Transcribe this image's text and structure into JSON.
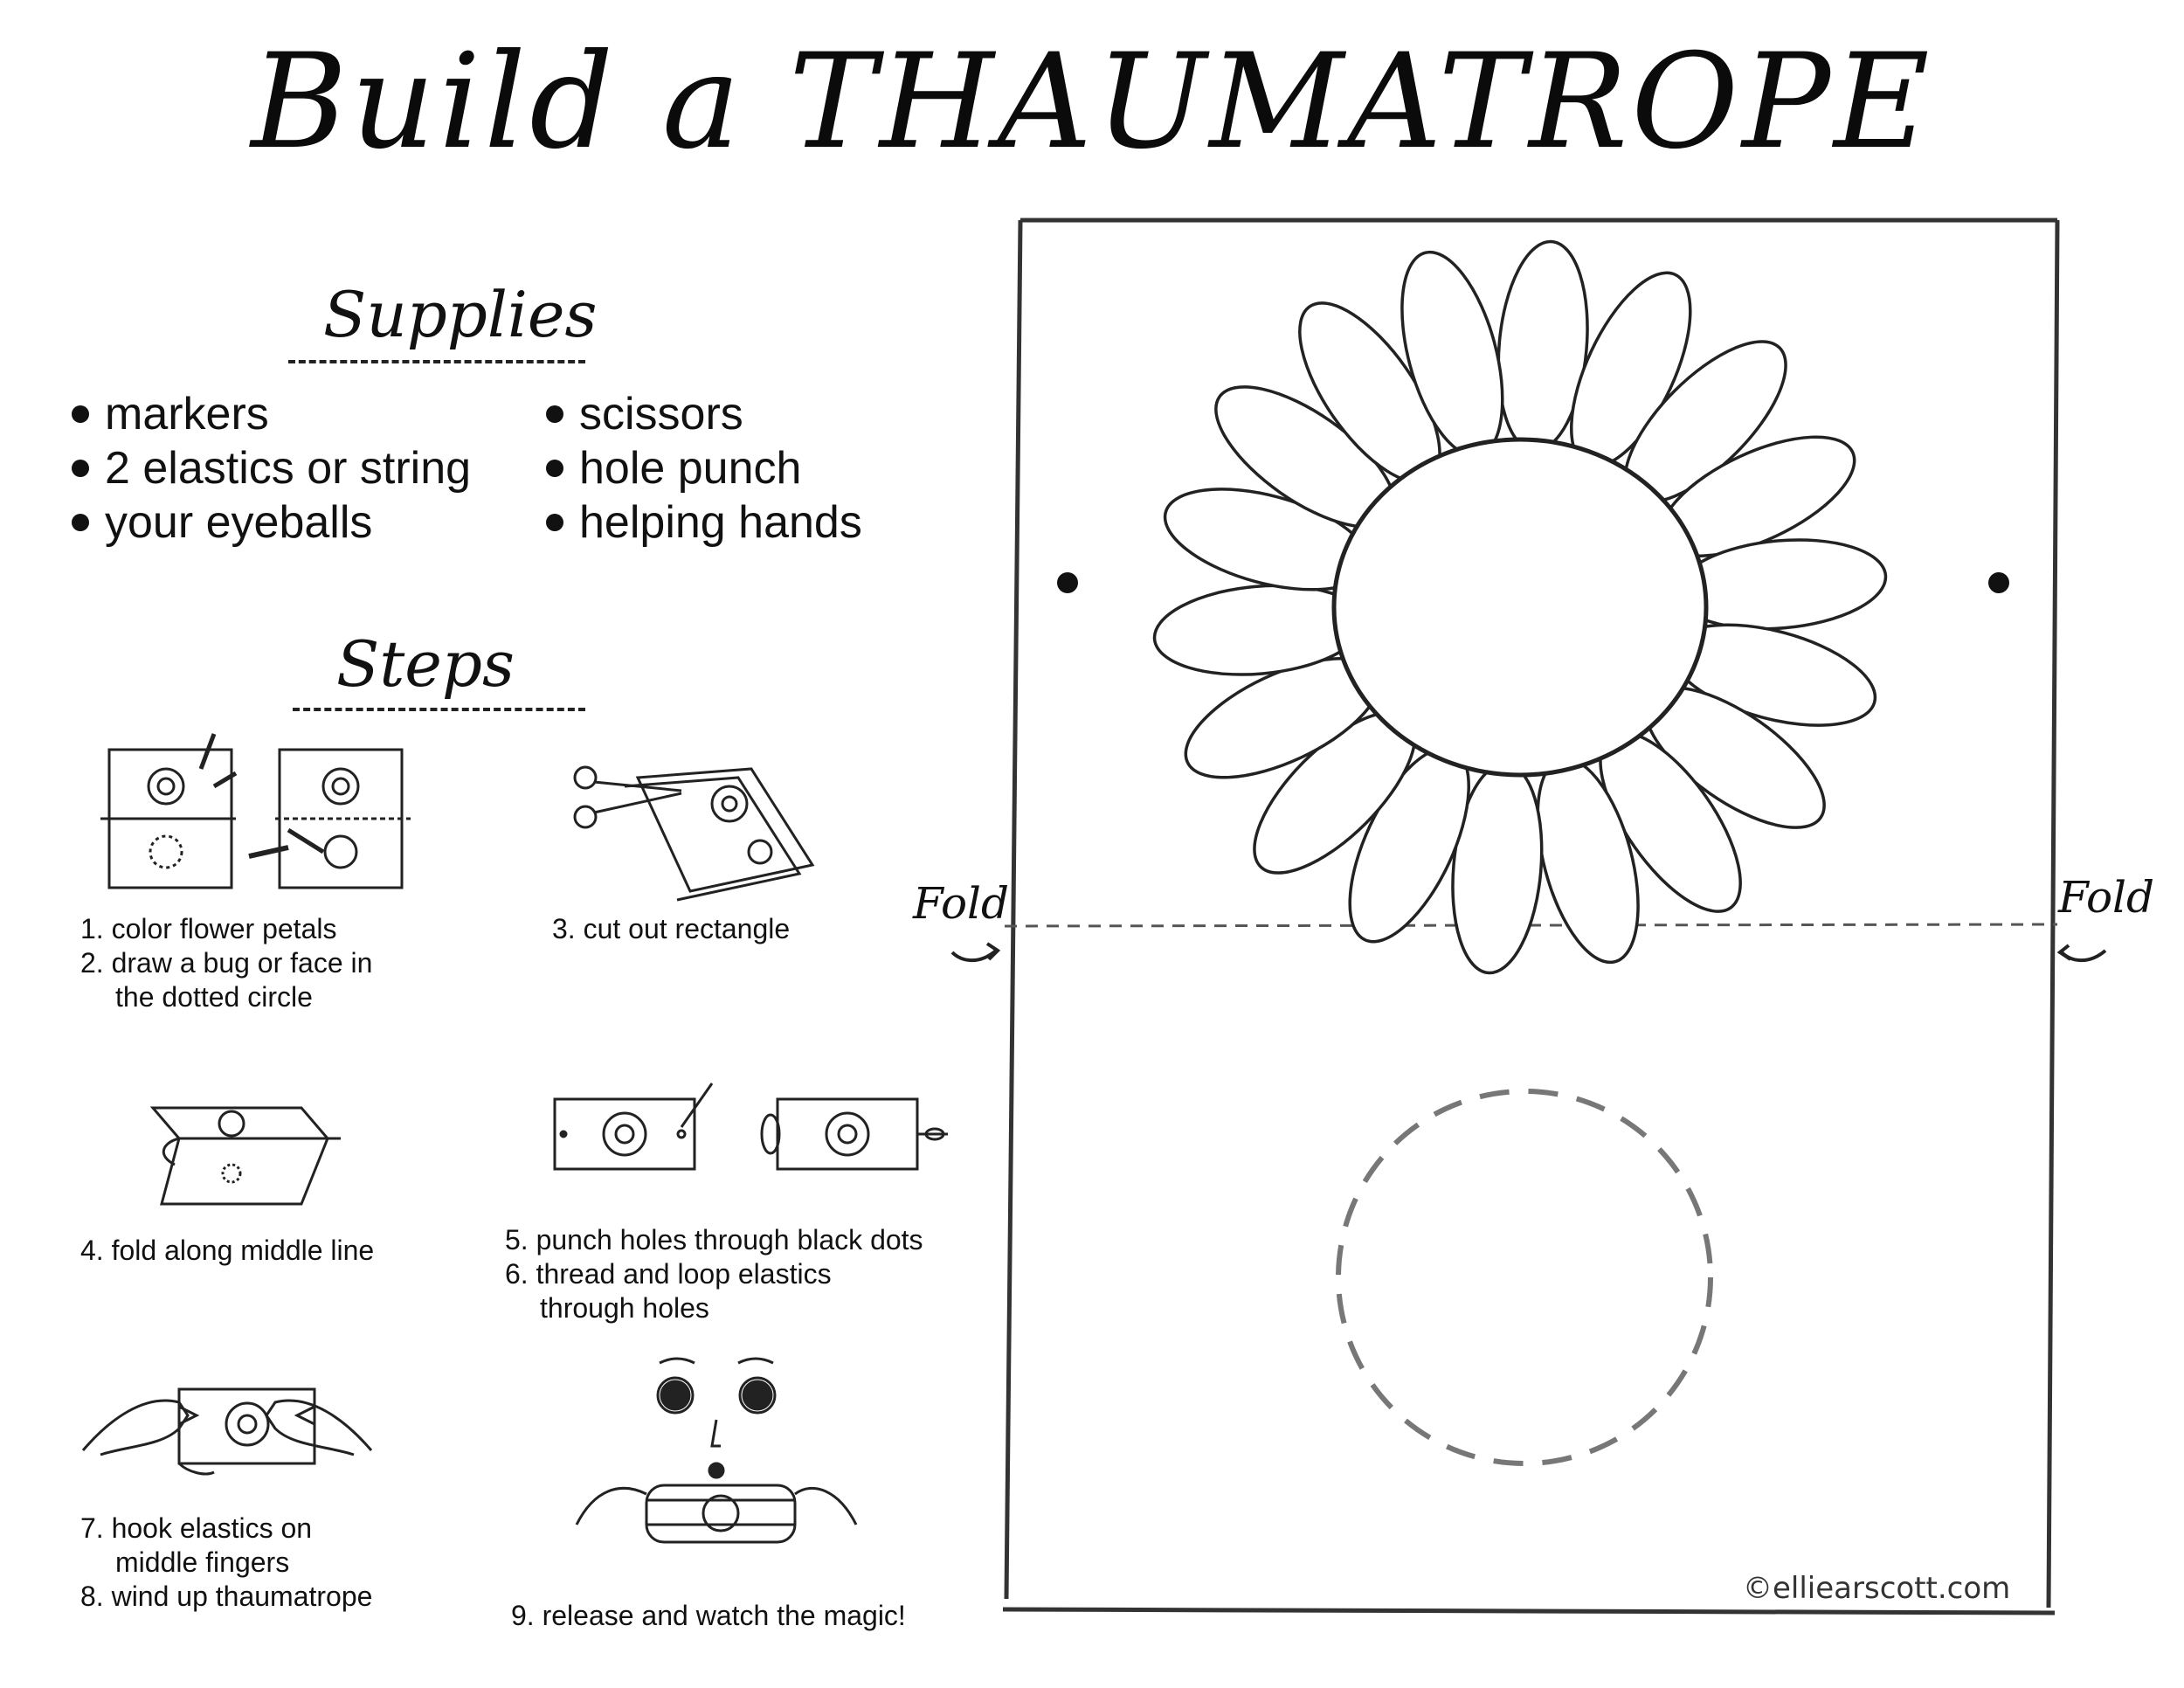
{
  "title": "Build a THAUMATROPE",
  "supplies": {
    "heading": "Supplies",
    "left": [
      "markers",
      "2 elastics or string",
      "your eyeballs"
    ],
    "right": [
      "scissors",
      "hole punch",
      "helping hands"
    ]
  },
  "steps": {
    "heading": "Steps",
    "s1": "1. color flower petals",
    "s2a": "2. draw a bug or face in",
    "s2b": "the dotted circle",
    "s3": "3. cut out rectangle",
    "s4": "4. fold along middle line",
    "s5": "5. punch holes through black dots",
    "s6a": "6. thread and loop elastics",
    "s6b": "through holes",
    "s7a": "7. hook elastics on",
    "s7b": "middle fingers",
    "s8": "8. wind up thaumatrope",
    "s9": "9. release and watch the magic!"
  },
  "template": {
    "fold_left": "Fold",
    "fold_right": "Fold",
    "credit": "©elliearscott.com"
  }
}
